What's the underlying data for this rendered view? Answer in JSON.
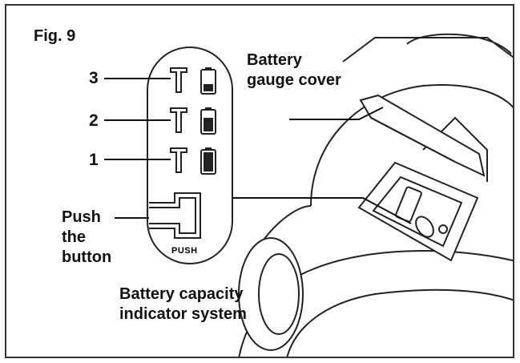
{
  "figure": {
    "title": "Fig. 9",
    "levels": [
      "3",
      "2",
      "1"
    ],
    "callouts": {
      "gauge_cover": "Battery\ngauge cover",
      "push_button": "Push\nthe\nbutton",
      "capacity_system": "Battery capacity\nindicator system"
    },
    "button_text": "PUSH"
  },
  "colors": {
    "ink": "#111111",
    "paper": "#ffffff"
  },
  "icons": [
    "tool-icon",
    "battery-icon",
    "push-button-icon",
    "mower-housing-icon",
    "wheel-icon"
  ]
}
